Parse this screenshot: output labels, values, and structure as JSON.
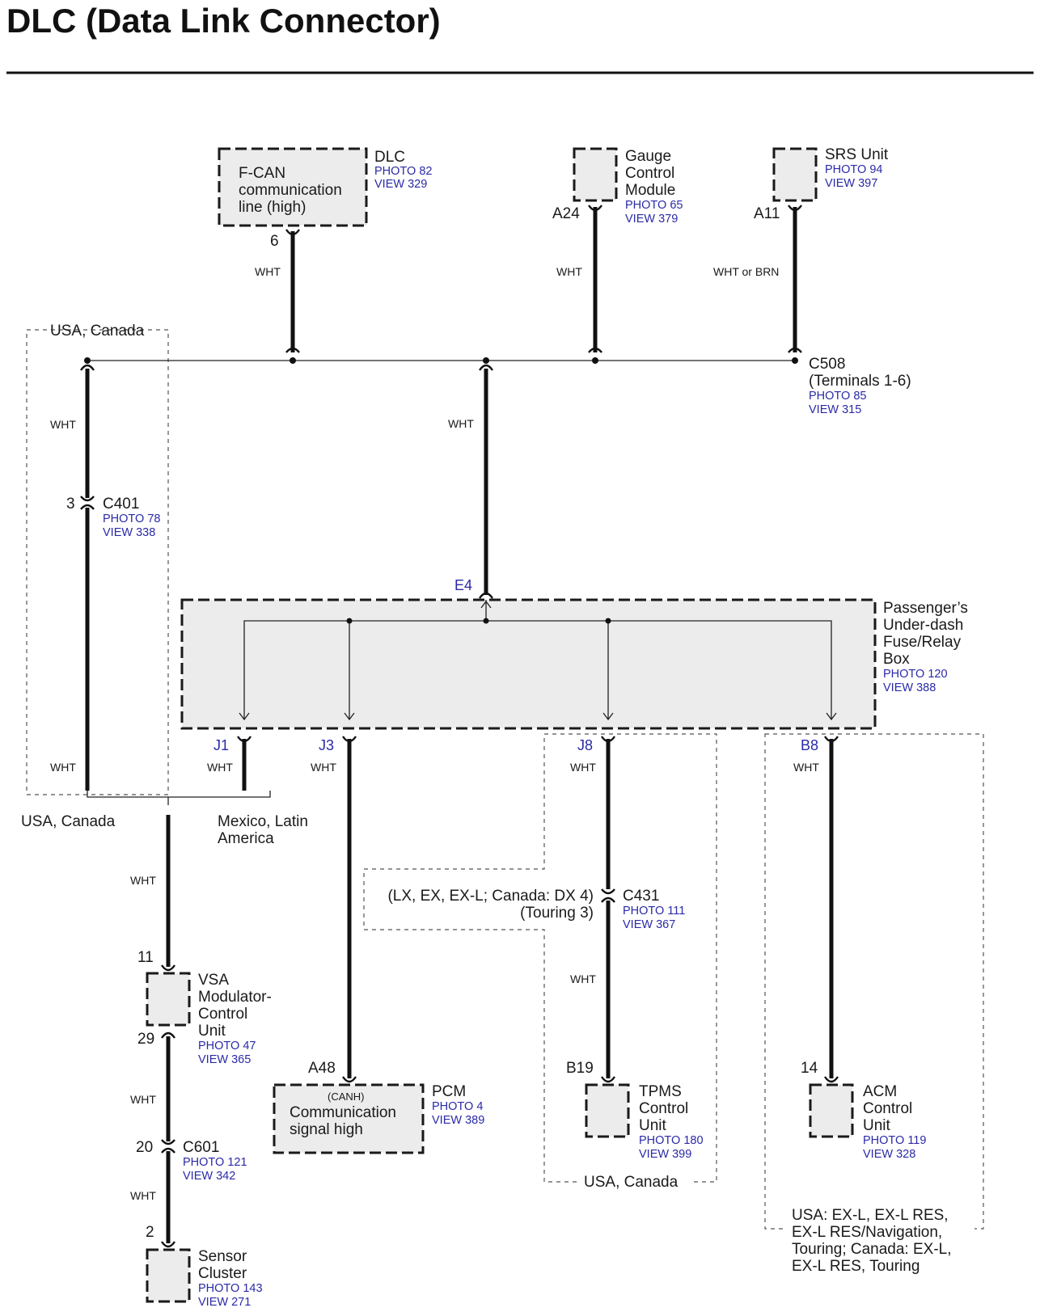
{
  "title": "DLC (Data Link Connector)",
  "components": {
    "dlc": {
      "name": "DLC",
      "inner": [
        "F-CAN",
        "communication",
        "line (high)"
      ],
      "photo": "PHOTO 82",
      "view": "VIEW 329",
      "pin": "6",
      "wire": "WHT"
    },
    "gauge": {
      "name": [
        "Gauge",
        "Control",
        "Module"
      ],
      "photo": "PHOTO 65",
      "view": "VIEW 379",
      "pin": "A24",
      "wire": "WHT"
    },
    "srs": {
      "name": "SRS Unit",
      "photo": "PHOTO 94",
      "view": "VIEW 397",
      "pin": "A11",
      "wire": "WHT or BRN"
    },
    "c508": {
      "name": "C508",
      "sub": "(Terminals 1-6)",
      "photo": "PHOTO 85",
      "view": "VIEW 315"
    },
    "c401": {
      "pin": "3",
      "name": "C401",
      "photo": "PHOTO 78",
      "view": "VIEW 338",
      "wire_top": "WHT",
      "wire_bottom": "WHT"
    },
    "center_wire": "WHT",
    "fusebox": {
      "name": [
        "Passenger’s",
        "Under-dash",
        "Fuse/Relay",
        "Box"
      ],
      "photo": "PHOTO 120",
      "view": "VIEW 388",
      "input": "E4"
    },
    "outputs": [
      {
        "pin": "J1",
        "wire": "WHT"
      },
      {
        "pin": "J3",
        "wire": "WHT"
      },
      {
        "pin": "J8",
        "wire": "WHT"
      },
      {
        "pin": "B8",
        "wire": "WHT"
      }
    ],
    "regions": {
      "usa_canada_top": "USA, Canada",
      "usa_canada_left": "USA, Canada",
      "mexico": [
        "Mexico, Latin",
        "America"
      ],
      "usa_canada_tpms": "USA, Canada",
      "acm_note": [
        "USA: EX-L, EX-L RES,",
        "EX-L RES/Navigation,",
        "Touring; Canada: EX-L,",
        "EX-L RES, Touring"
      ]
    },
    "vsa": {
      "pin_in": "11",
      "pin_out": "29",
      "name": [
        "VSA",
        "Modulator-",
        "Control",
        "Unit"
      ],
      "photo": "PHOTO 47",
      "view": "VIEW 365",
      "wire_in": "WHT",
      "wire_out": "WHT"
    },
    "c601": {
      "pin": "20",
      "name": "C601",
      "photo": "PHOTO 121",
      "view": "VIEW 342",
      "wire": "WHT"
    },
    "sensor": {
      "pin": "2",
      "name": [
        "Sensor",
        "Cluster"
      ],
      "photo": "PHOTO 143",
      "view": "VIEW 271"
    },
    "pcm": {
      "pin": "A48",
      "tag": "(CANH)",
      "inner": [
        "Communication",
        "signal high"
      ],
      "name": "PCM",
      "photo": "PHOTO 4",
      "view": "VIEW 389"
    },
    "c431": {
      "note": [
        "(LX, EX, EX-L; Canada: DX 4)",
        "(Touring 3)"
      ],
      "name": "C431",
      "photo": "PHOTO 111",
      "view": "VIEW 367",
      "wire": "WHT"
    },
    "tpms": {
      "pin": "B19",
      "name": [
        "TPMS",
        "Control",
        "Unit"
      ],
      "photo": "PHOTO 180",
      "view": "VIEW 399"
    },
    "acm": {
      "pin": "14",
      "name": [
        "ACM",
        "Control",
        "Unit"
      ],
      "photo": "PHOTO 119",
      "view": "VIEW 328"
    }
  }
}
